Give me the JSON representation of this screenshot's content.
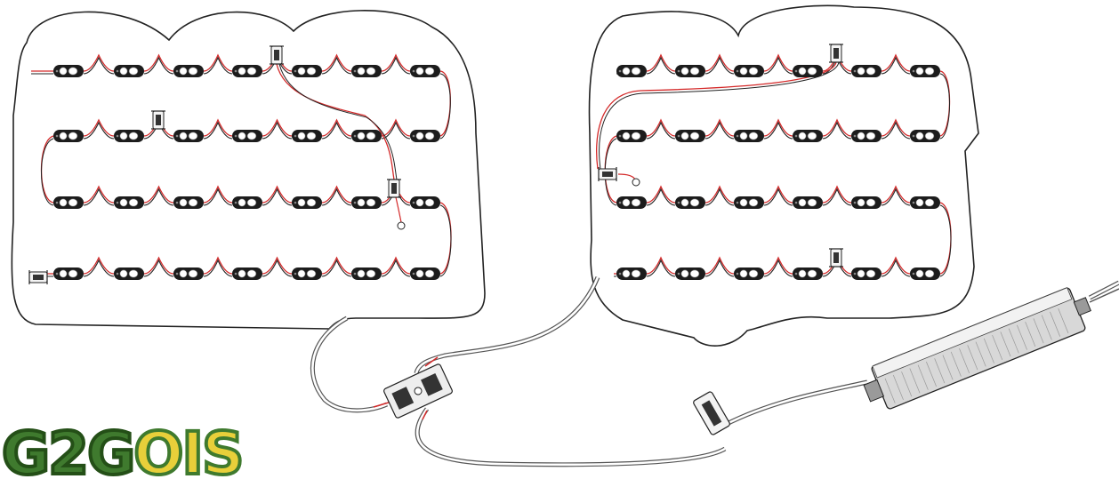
{
  "logo": {
    "part1": "G2G",
    "part2": "OIS",
    "primary_color": "#3f7a2e",
    "accent_color": "#e8cf3a"
  },
  "colors": {
    "outline": "#222222",
    "wire_red": "#d42a2a",
    "wire_black": "#222222",
    "cable_gray": "#555555",
    "module_body": "#1c1c1c",
    "driver_body": "#d8d8d8"
  },
  "diagram": {
    "left_panel": {
      "rows": 4,
      "modules_per_row": 7
    },
    "right_panel": {
      "rows": 4,
      "modules_per_row": 6
    },
    "icons": [
      "led-module-icon",
      "quick-connector-icon",
      "splitter-icon",
      "power-driver-icon"
    ]
  }
}
